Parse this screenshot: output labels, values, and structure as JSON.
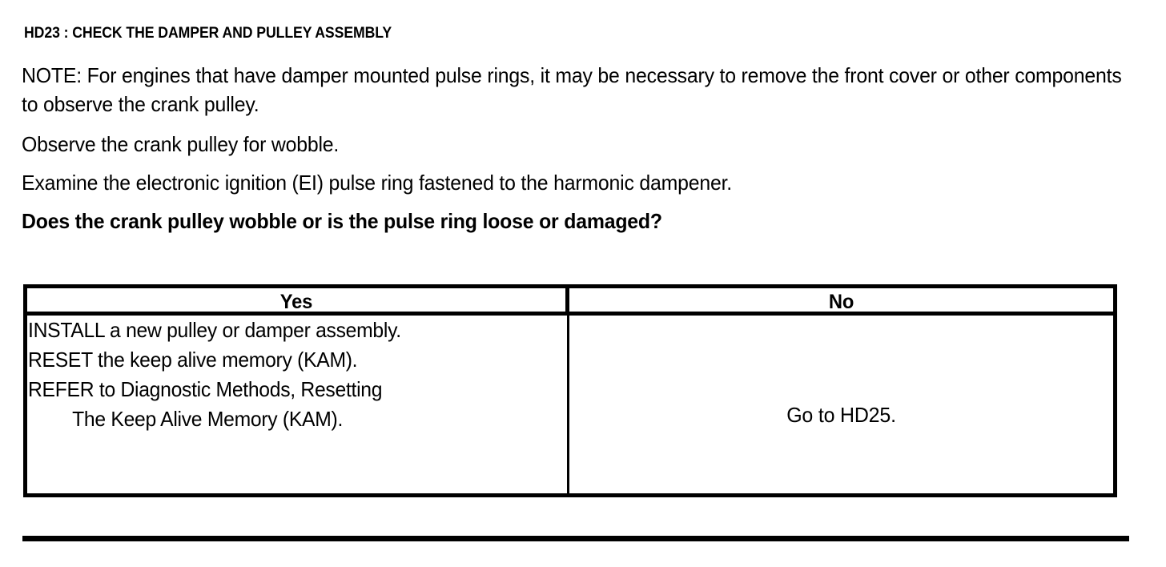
{
  "document": {
    "title": "HD23 : CHECK THE DAMPER AND PULLEY ASSEMBLY",
    "paragraphs": {
      "note": "NOTE: For engines that have damper mounted pulse rings, it may be necessary to remove the front cover or other components to observe the crank pulley.",
      "observe": "Observe the crank pulley for wobble.",
      "examine": "Examine the electronic ignition (EI) pulse ring fastened to the harmonic dampener.",
      "question": "Does the crank pulley wobble or is the pulse ring loose or damaged?"
    }
  },
  "decision_table": {
    "columns": [
      {
        "header": "Yes"
      },
      {
        "header": "No"
      }
    ],
    "yes_actions": [
      "INSTALL a new pulley or damper assembly.",
      "RESET the keep alive memory (KAM).",
      "REFER to Diagnostic Methods, Resetting",
      "The Keep Alive Memory (KAM)."
    ],
    "no_action": "Go to HD25."
  }
}
